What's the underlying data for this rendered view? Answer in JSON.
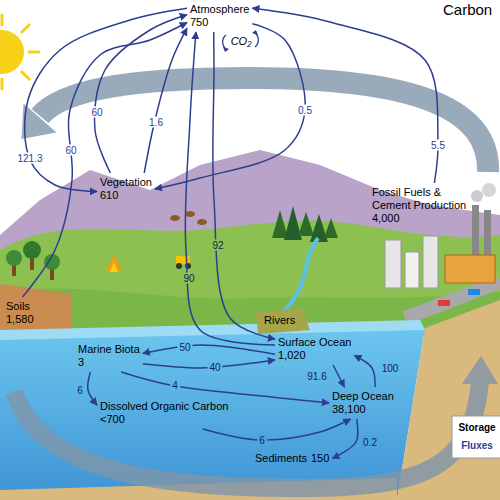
{
  "diagram": {
    "title": "Carbon",
    "nodes": [
      {
        "text": [
          "Atmosphere",
          "750"
        ]
      },
      {
        "text": [
          "Vegetation",
          "610"
        ]
      },
      {
        "text": [
          "Fossil Fuels & Cement Production",
          "4,000"
        ]
      },
      {
        "text": [
          "Soils",
          "1,580"
        ]
      },
      {
        "text": [
          "Rivers"
        ]
      },
      {
        "text": [
          "Surface Ocean",
          "1,020"
        ]
      },
      {
        "text": [
          "Marine Biota",
          "3"
        ]
      },
      {
        "text": [
          "Deep Ocean",
          "38,100"
        ]
      },
      {
        "text": [
          "Dissolved Organic Carbon",
          "<700"
        ]
      },
      {
        "text": [
          "Sediments",
          "150"
        ]
      }
    ],
    "edges": [
      {
        "from": 0,
        "to": 1,
        "label": "121.3",
        "arrow": "to"
      },
      {
        "from": 1,
        "to": 0,
        "label": "60",
        "arrow": "to"
      },
      {
        "from": 3,
        "to": 0,
        "label": "60",
        "arrow": "to"
      },
      {
        "from": 1,
        "to": 0,
        "label": "1.6",
        "arrow": "to"
      },
      {
        "from": 0,
        "to": 1,
        "label": "0.5",
        "arrow": "to"
      },
      {
        "from": 5,
        "to": 0,
        "label": "90",
        "arrow": "to"
      },
      {
        "from": 0,
        "to": 5,
        "label": "92",
        "arrow": "to"
      },
      {
        "from": 2,
        "to": 0,
        "label": "5.5",
        "arrow": "to"
      },
      {
        "from": 5,
        "to": 6,
        "label": "50",
        "arrow": "to"
      },
      {
        "from": 6,
        "to": 5,
        "label": "40",
        "arrow": "to"
      },
      {
        "from": 6,
        "to": 7,
        "label": "4",
        "arrow": "to"
      },
      {
        "from": 6,
        "to": 8,
        "label": "6",
        "arrow": "to"
      },
      {
        "from": 8,
        "to": 7,
        "label": "6",
        "arrow": "to"
      },
      {
        "from": 5,
        "to": 7,
        "label": "91.6",
        "arrow": "to"
      },
      {
        "from": 7,
        "to": 5,
        "label": "100",
        "arrow": "to"
      },
      {
        "from": 7,
        "to": 9,
        "label": "0.2",
        "arrow": "to"
      }
    ],
    "labels": [
      "CO₂",
      "Storage",
      "Fluxes"
    ]
  }
}
